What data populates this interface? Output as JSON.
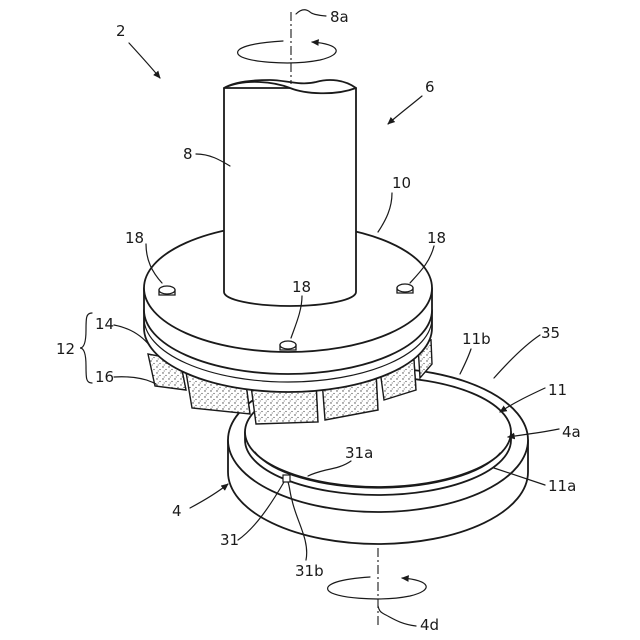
{
  "figure": {
    "labels": {
      "l2": "2",
      "l6": "6",
      "l8": "8",
      "l8a": "8a",
      "l10": "10",
      "l18a": "18",
      "l18b": "18",
      "l18c": "18",
      "l12": "12",
      "l14": "14",
      "l16": "16",
      "l11b": "11b",
      "l35": "35",
      "l11": "11",
      "l4a": "4a",
      "l11a": "11a",
      "l31a": "31a",
      "l4": "4",
      "l31": "31",
      "l31b": "31b",
      "l4d": "4d"
    }
  }
}
